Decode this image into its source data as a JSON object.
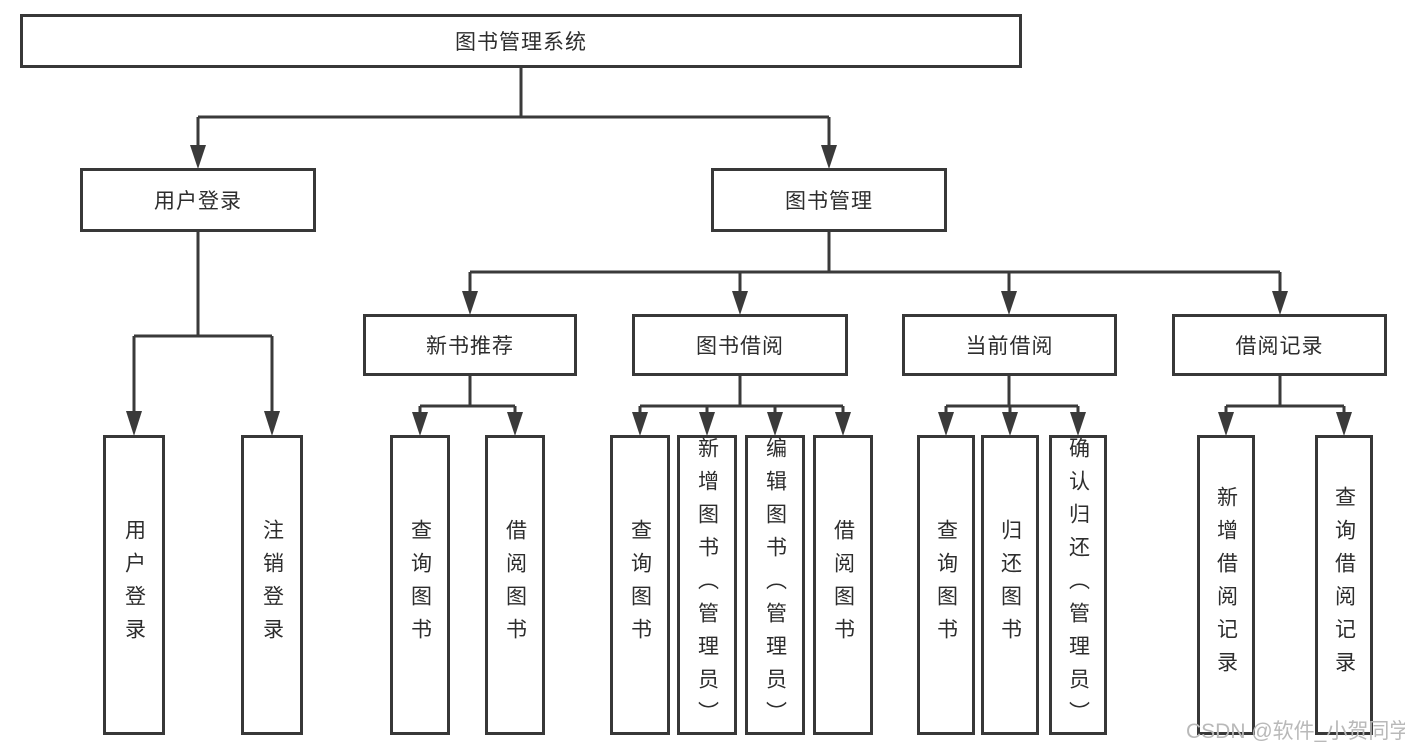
{
  "diagram": {
    "type": "hierarchy-tree",
    "title": "图书管理系统",
    "nodes": {
      "root": {
        "label": "图书管理系统"
      },
      "user_login": {
        "label": "用户登录"
      },
      "book_management": {
        "label": "图书管理"
      },
      "new_book_recommend": {
        "label": "新书推荐"
      },
      "book_borrow": {
        "label": "图书借阅"
      },
      "current_borrow": {
        "label": "当前借阅"
      },
      "borrow_record": {
        "label": "借阅记录"
      },
      "leaf_user_login": {
        "label": "用户登录"
      },
      "leaf_logout": {
        "label": "注销登录"
      },
      "leaf_nb_query": {
        "label": "查询图书"
      },
      "leaf_nb_borrow": {
        "label": "借阅图书"
      },
      "leaf_bb_query": {
        "label": "查询图书"
      },
      "leaf_bb_add": {
        "label": "新增图书（管理员）"
      },
      "leaf_bb_edit": {
        "label": "编辑图书（管理员）"
      },
      "leaf_bb_borrow": {
        "label": "借阅图书"
      },
      "leaf_cb_query": {
        "label": "查询图书"
      },
      "leaf_cb_return": {
        "label": "归还图书"
      },
      "leaf_cb_confirm": {
        "label": "确认归还（管理员）"
      },
      "leaf_br_add": {
        "label": "新增借阅记录"
      },
      "leaf_br_query": {
        "label": "查询借阅记录"
      }
    },
    "edges": [
      {
        "from": "root",
        "to": [
          "user_login",
          "book_management"
        ]
      },
      {
        "from": "user_login",
        "to": [
          "leaf_user_login",
          "leaf_logout"
        ]
      },
      {
        "from": "book_management",
        "to": [
          "new_book_recommend",
          "book_borrow",
          "current_borrow",
          "borrow_record"
        ]
      },
      {
        "from": "new_book_recommend",
        "to": [
          "leaf_nb_query",
          "leaf_nb_borrow"
        ]
      },
      {
        "from": "book_borrow",
        "to": [
          "leaf_bb_query",
          "leaf_bb_add",
          "leaf_bb_edit",
          "leaf_bb_borrow"
        ]
      },
      {
        "from": "current_borrow",
        "to": [
          "leaf_cb_query",
          "leaf_cb_return",
          "leaf_cb_confirm"
        ]
      },
      {
        "from": "borrow_record",
        "to": [
          "leaf_br_add",
          "leaf_br_query"
        ]
      }
    ]
  },
  "colors": {
    "line": "#3a3a3a",
    "border": "#383838",
    "text": "#2d2d2d",
    "watermark": "#b9b9b9",
    "background": "#ffffff"
  },
  "watermark": {
    "text": "CSDN @软件_小贺同学"
  }
}
